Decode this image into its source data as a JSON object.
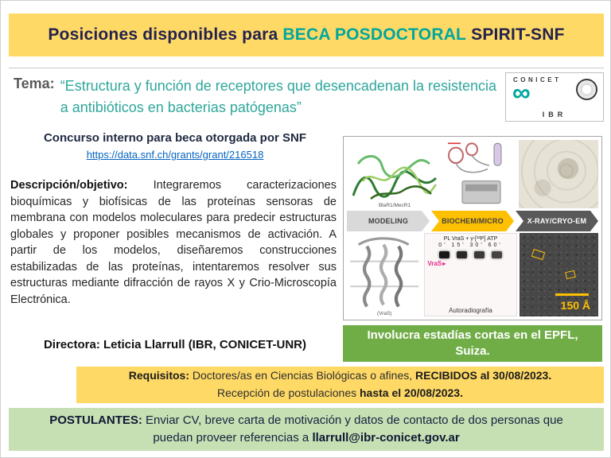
{
  "header": {
    "part1": "Posiciones disponibles para ",
    "part2": "BECA POSDOCTORAL ",
    "part3": "SPIRIT-SNF"
  },
  "tema": {
    "label": "Tema:",
    "quote": "“Estructura y función de receptores que desencadenan la resistencia a antibióticos en bacterias patógenas”"
  },
  "logos": {
    "conicet": "CONICET",
    "infinity": "∞",
    "ibr": "IBR"
  },
  "left": {
    "concurso": "Concurso interno para beca otorgada por SNF",
    "link": "https://data.snf.ch/grants/grant/216518",
    "desc_label": "Descripción/objetivo:",
    "desc_text": " Integraremos caracterizaciones bioquímicas y biofísicas de las proteínas sensoras de membrana con modelos moleculares para predecir estructuras globales y proponer posibles mecanismos de activación. A partir de los modelos, diseñaremos construcciones estabilizadas de las proteínas, intentaremos resolver sus estructuras mediante difracción de rayos X y Crio-Microscopía Electrónica.",
    "directora": "Directora: Leticia Llarrull (IBR, CONICET-UNR)"
  },
  "figure": {
    "caption_top_left": "BlaR1/MecR1",
    "caption_bottom_left": "(VraS)",
    "arrows": [
      {
        "label": "MODELING"
      },
      {
        "label": "BIOCHEM/MICRO"
      },
      {
        "label": "X-RAY/CRYO-EM"
      }
    ],
    "gel": {
      "title": "PL VraS + γ-[³²P] ATP",
      "lanes": "0'  15'  30'  60'",
      "band_label": "VraS",
      "caption": "Autoradiografía"
    },
    "em_scale": "150 Å"
  },
  "epfl_banner": "Involucra estadías cortas en el EPFL, Suiza.",
  "requisitos": {
    "label": "Requisitos: ",
    "line1_regular": "Doctores/as en Ciencias Biológicas o afines, ",
    "line1_bold": "RECIBIDOS al 30/08/2023.",
    "line2_regular": "Recepción de postulaciones ",
    "line2_bold": "hasta el 20/08/2023."
  },
  "postulantes": {
    "label": "POSTULANTES: ",
    "text": "Enviar CV, breve carta de motivación y datos de contacto de dos personas que puedan proveer referencias a ",
    "email": "llarrull@ibr-conicet.gov.ar"
  },
  "colors": {
    "banner_gold": "#FFD966",
    "teal": "#00A79D",
    "quote_teal": "#2FA79B",
    "navy": "#23224E",
    "link_blue": "#0563C1",
    "green_banner": "#70AD47",
    "light_green_banner": "#C6E0B4",
    "arrow_gold": "#FFC000",
    "arrow_light": "#D9D9D9",
    "arrow_dark": "#595959"
  }
}
